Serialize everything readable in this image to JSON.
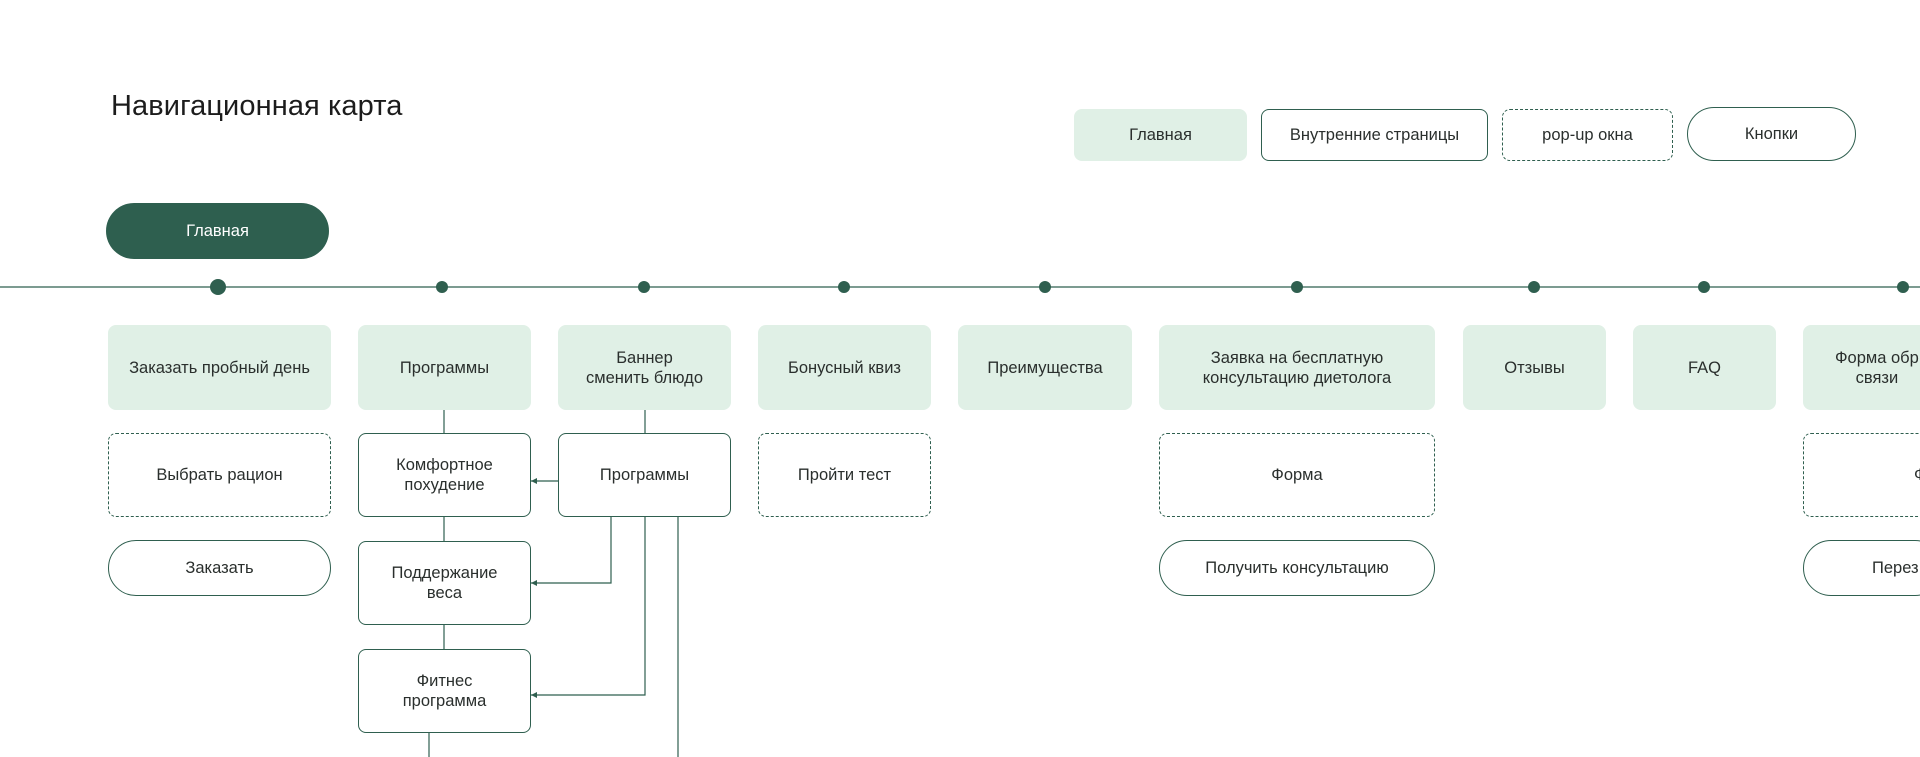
{
  "title": "Навигационная карта",
  "legend": {
    "main": "Главная",
    "inner": "Внутренние страницы",
    "popup": "pop-up окна",
    "buttons": "Кнопки"
  },
  "root": "Главная",
  "sections": {
    "s1": "Заказать пробный день",
    "s2": "Программы",
    "s3": "Баннер\nсменить блюдо",
    "s4": "Бонусный квиз",
    "s5": "Преимущества",
    "s6": "Заявка на бесплатную\nконсультацию диетолога",
    "s7": "Отзывы",
    "s8": "FAQ",
    "s9": "Форма обр\nсвязи"
  },
  "children": {
    "choose_ration": "Выбрать рацион",
    "order": "Заказать",
    "comfort": "Комфортное\nпохудение",
    "weight": "Поддержание\nвеса",
    "fitness": "Фитнес\nпрограмма",
    "programs2": "Программы",
    "test": "Пройти тест",
    "form": "Форма",
    "consult": "Получить консультацию",
    "form2": "Ф",
    "call": "Перез"
  },
  "colors": {
    "accent": "#2e5f4f",
    "main_fill": "#e0f0e6",
    "line": "#2f5f4f"
  }
}
